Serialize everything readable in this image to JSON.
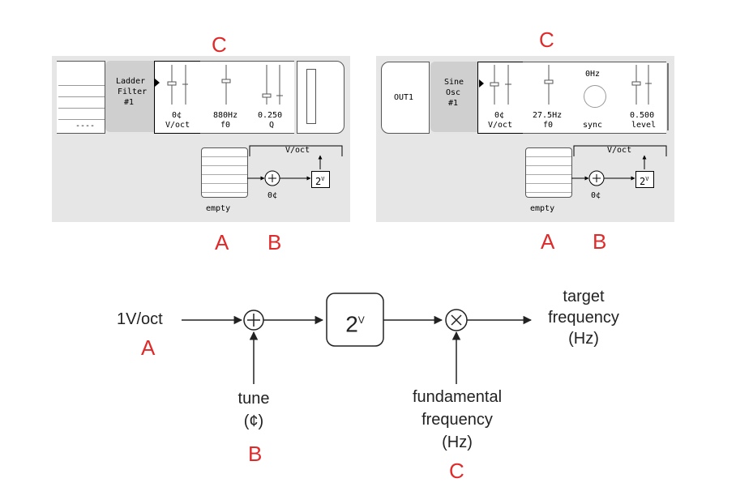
{
  "letters": {
    "a": "A",
    "b": "B",
    "c": "C"
  },
  "left_panel": {
    "output_label": "----",
    "module_name": [
      "Ladder",
      "Filter",
      "#1"
    ],
    "voct": {
      "value": "0¢",
      "label": "V/oct"
    },
    "f0": {
      "value": "880Hz",
      "label": "f0"
    },
    "q": {
      "value": "0.250",
      "label": "Q"
    },
    "input_label": "V/oct",
    "sum_value": "0¢",
    "exp_label": "2",
    "exp_sup": "V",
    "empty_label": "empty"
  },
  "right_panel": {
    "output_label": "OUT1",
    "module_name": [
      "Sine",
      "Osc",
      "#1"
    ],
    "voct": {
      "value": "0¢",
      "label": "V/oct"
    },
    "f0": {
      "value": "27.5Hz",
      "label": "f0"
    },
    "sync": {
      "value": "0Hz",
      "label": "sync"
    },
    "level": {
      "value": "0.500",
      "label": "level"
    },
    "input_label": "V/oct",
    "sum_value": "0¢",
    "exp_label": "2",
    "exp_sup": "V",
    "empty_label": "empty"
  },
  "diagram": {
    "input_label": "1V/oct",
    "tune_label": [
      "tune",
      "(¢)"
    ],
    "exp_label": "2",
    "exp_sup": "V",
    "fundamental_label": [
      "fundamental",
      "frequency",
      "(Hz)"
    ],
    "target_label": [
      "target",
      "frequency",
      "(Hz)"
    ]
  },
  "colors": {
    "letter": "#e02a2a",
    "panel": "#e6e6e6",
    "module_grey": "#cfcfcf"
  }
}
